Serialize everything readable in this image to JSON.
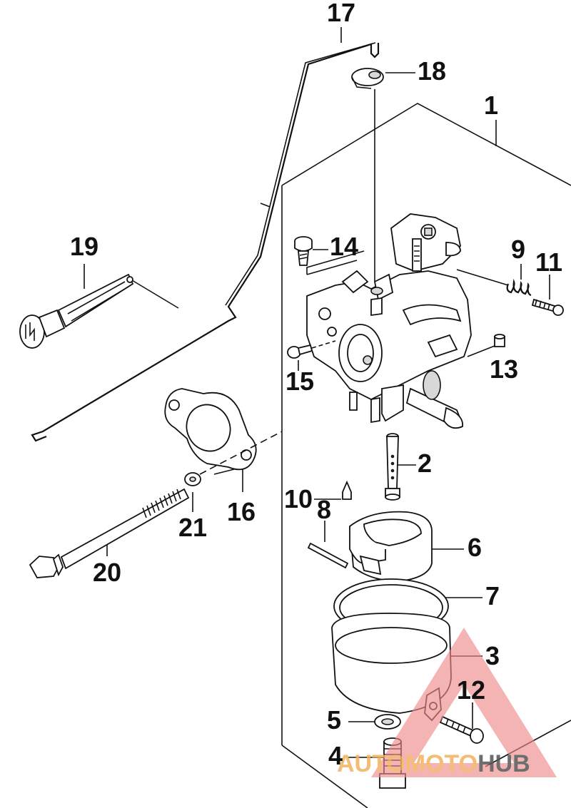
{
  "callouts": [
    {
      "id": "1",
      "label": "1"
    },
    {
      "id": "2",
      "label": "2"
    },
    {
      "id": "3",
      "label": "3"
    },
    {
      "id": "4",
      "label": "4"
    },
    {
      "id": "5",
      "label": "5"
    },
    {
      "id": "6",
      "label": "6"
    },
    {
      "id": "7",
      "label": "7"
    },
    {
      "id": "8",
      "label": "8"
    },
    {
      "id": "9",
      "label": "9"
    },
    {
      "id": "10",
      "label": "10"
    },
    {
      "id": "11",
      "label": "11"
    },
    {
      "id": "12",
      "label": "12"
    },
    {
      "id": "13",
      "label": "13"
    },
    {
      "id": "14",
      "label": "14"
    },
    {
      "id": "15",
      "label": "15"
    },
    {
      "id": "16",
      "label": "16"
    },
    {
      "id": "17",
      "label": "17"
    },
    {
      "id": "18",
      "label": "18"
    },
    {
      "id": "19",
      "label": "19"
    },
    {
      "id": "20",
      "label": "20"
    },
    {
      "id": "21",
      "label": "21"
    }
  ],
  "watermark": {
    "part1": "AUTOMOTO",
    "part2": "HUB",
    "color_primary": "#f08a8a",
    "color_secondary": "#f5c98a",
    "color_hub": "#555555"
  },
  "colors": {
    "line": "#111111",
    "background": "#ffffff"
  }
}
